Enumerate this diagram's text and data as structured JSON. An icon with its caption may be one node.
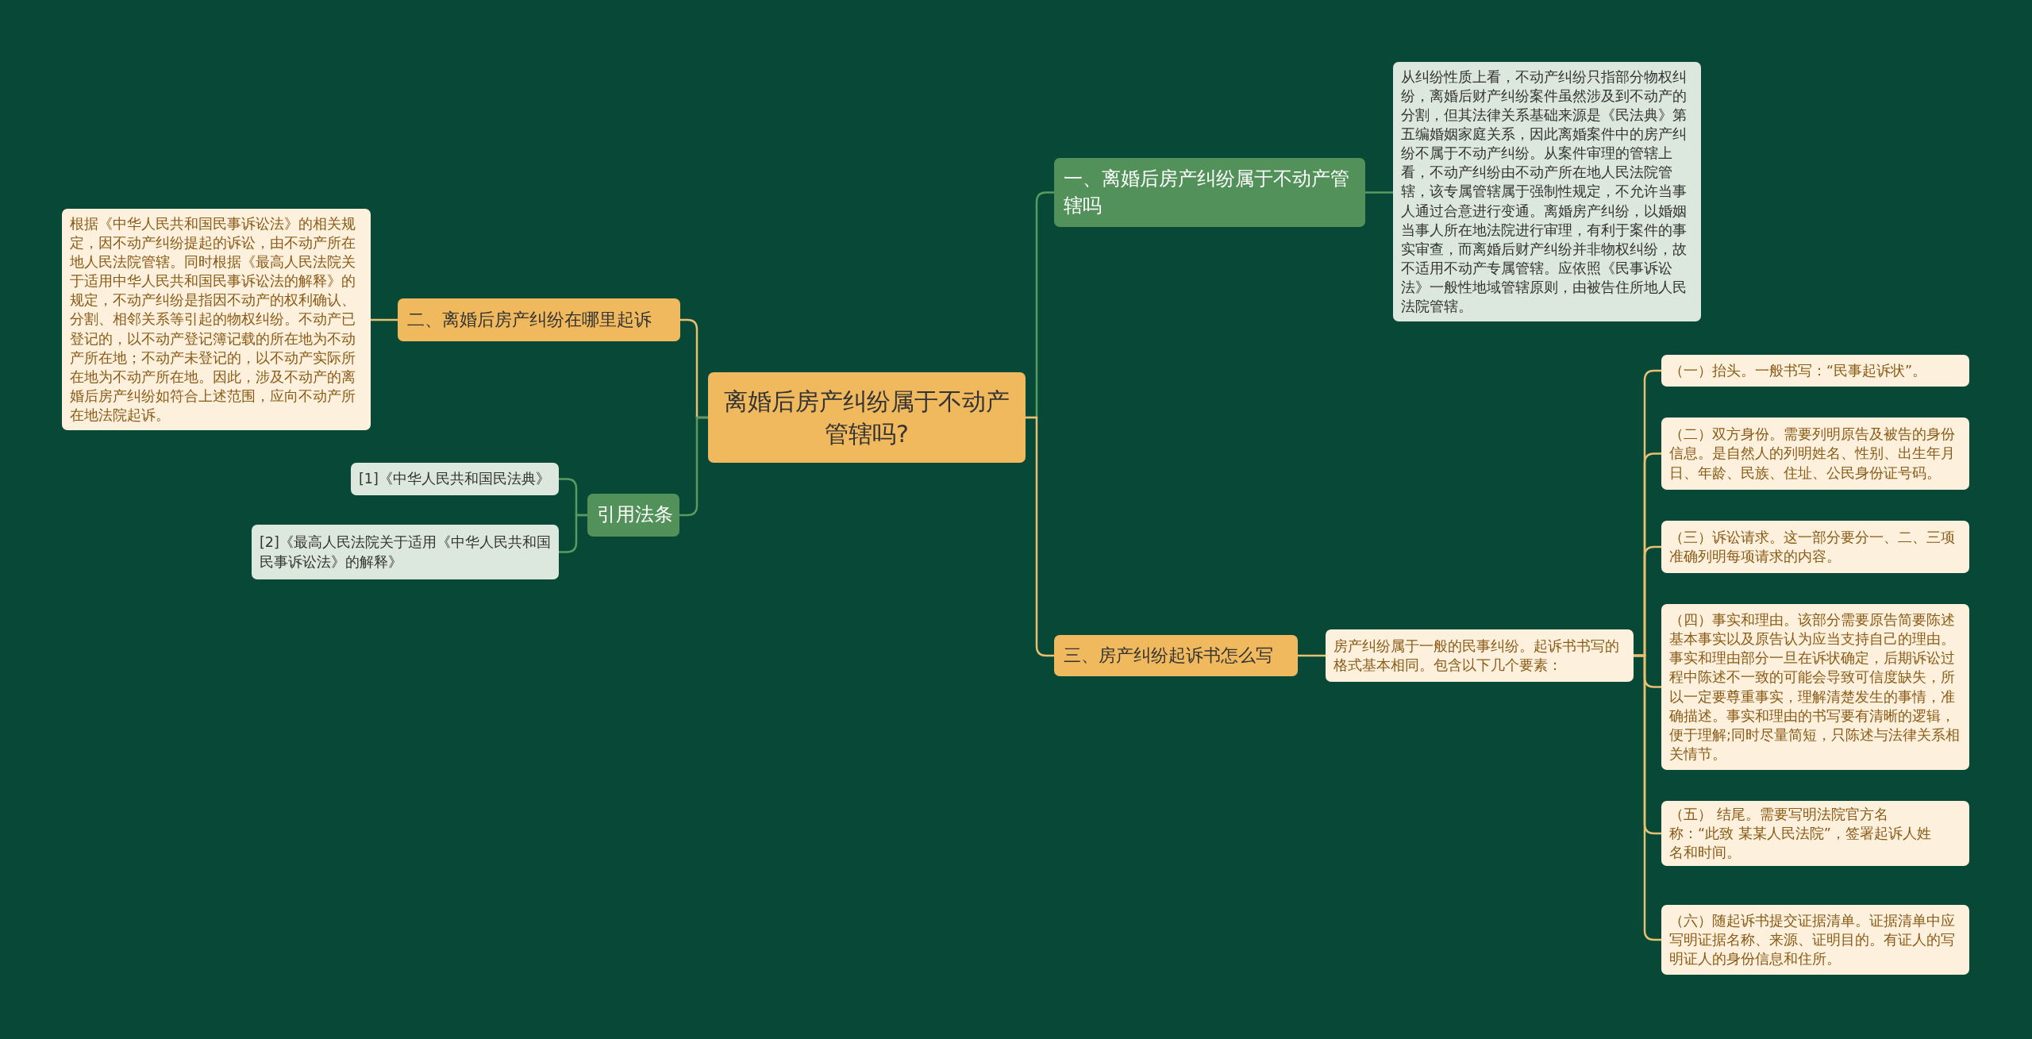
{
  "diagram": {
    "nodes": [
      {
        "text": [
          "离婚后房产纠纷属于不动产管辖吗?"
        ]
      },
      {
        "text": [
          "一、离婚后房产纠纷属于不动产管辖吗"
        ]
      },
      {
        "text": [
          "从纠纷性质上看，不动产纠纷只指部分物权纠纷，离婚后财产纠纷案件虽然涉及到不动产的分割，但其法律关系基础来源是《民法典》第五编婚姻家庭关系，因此离婚案件中的房产纠纷不属于不动产纠纷。从案件审理的管辖上看，不动产纠纷由不动产所在地人民法院管辖，该专属管辖属于强制性规定，不允许当事人通过合意进行变通。离婚房产纠纷，以婚姻当事人所在地法院进行审理，有利于案件的事实审查，而离婚后财产纠纷并非物权纠纷，故不适用不动产专属管辖。应依照《民事诉讼法》一般性地域管辖原则，由被告住所地人民法院管辖。"
        ]
      },
      {
        "text": [
          "二、离婚后房产纠纷在哪里起诉"
        ]
      },
      {
        "text": [
          "根据《中华人民共和国民事诉讼法》的相关规定，因不动产纠纷提起的诉讼，由不动产所在地人民法院管辖。同时根据《最高人民法院关于适用中华人民共和国民事诉讼法的解释》的规定，不动产纠纷是指因不动产的权利确认、分割、相邻关系等引起的物权纠纷。不动产已登记的，以不动产登记簿记载的所在地为不动产所在地；不动产未登记的，以不动产实际所在地为不动产所在地。因此，涉及不动产的离婚后房产纠纷如符合上述范围，应向不动产所在地法院起诉。"
        ]
      },
      {
        "text": [
          "引用法条"
        ]
      },
      {
        "text": [
          "[1]《中华人民共和国民法典》"
        ]
      },
      {
        "text": [
          "[2]《最高人民法院关于适用《中华人民共和国民事诉讼法》的解释》"
        ]
      },
      {
        "text": [
          "三、房产纠纷起诉书怎么写"
        ]
      },
      {
        "text": [
          "房产纠纷属于一般的民事纠纷。起诉书书写的格式基本相同。包含以下几个要素："
        ]
      },
      {
        "text": [
          "（一）抬头。一般书写：“民事起诉状”。"
        ]
      },
      {
        "text": [
          "（二）双方身份。需要列明原告及被告的身份信息。是自然人的列明姓名、性别、出生年月日、年龄、民族、住址、公民身份证号码。"
        ]
      },
      {
        "text": [
          "（三）诉讼请求。这一部分要分一、二、三项准确列明每项请求的内容。"
        ]
      },
      {
        "text": [
          "（四）事实和理由。该部分需要原告简要陈述基本事实以及原告认为应当支持自己的理由。事实和理由部分一旦在诉状确定，后期诉讼过程中陈述不一致的可能会导致可信度缺失，所以一定要尊重事实，理解清楚发生的事情，准确描述。事实和理由的书写要有清晰的逻辑，便于理解;同时尽量简短，只陈述与法律关系相关情节。"
        ]
      },
      {
        "text": [
          "（五） 结尾。需要写明法院官方名称：“此致 某某人民法院”，签署起诉人姓名和时间。"
        ]
      },
      {
        "text": [
          "（六）随起诉书提交证据清单。证据清单中应写明证据名称、来源、证明目的。有证人的写明证人的身份信息和住所。"
        ]
      }
    ],
    "edges": [
      {
        "from": 0,
        "to": 1,
        "arrow": "none",
        "color": "#5a9a60"
      },
      {
        "from": 1,
        "to": 2,
        "arrow": "none",
        "color": "#5a9a60"
      },
      {
        "from": 0,
        "to": 3,
        "arrow": "none"
      },
      {
        "from": 3,
        "to": 4,
        "arrow": "none"
      },
      {
        "from": 0,
        "to": 5,
        "arrow": "none",
        "color": "#5a9a60"
      },
      {
        "from": 5,
        "to": 6,
        "arrow": "none",
        "color": "#5a9a60"
      },
      {
        "from": 5,
        "to": 7,
        "arrow": "none",
        "color": "#5a9a60"
      },
      {
        "from": 0,
        "to": 8,
        "arrow": "none"
      },
      {
        "from": 8,
        "to": 9,
        "arrow": "none"
      },
      {
        "from": 9,
        "to": 10,
        "arrow": "none"
      },
      {
        "from": 9,
        "to": 11,
        "arrow": "none"
      },
      {
        "from": 9,
        "to": 12,
        "arrow": "none"
      },
      {
        "from": 9,
        "to": 13,
        "arrow": "none"
      },
      {
        "from": 9,
        "to": 14,
        "arrow": "none"
      },
      {
        "from": 9,
        "to": 15,
        "arrow": "none"
      }
    ]
  }
}
